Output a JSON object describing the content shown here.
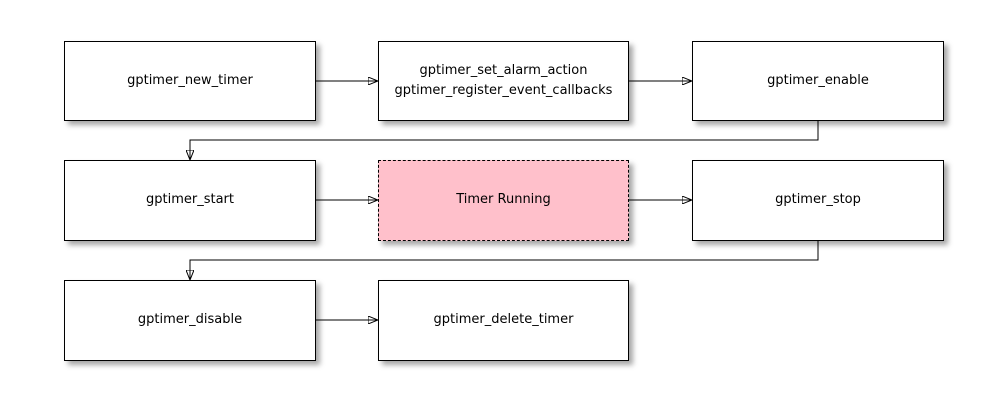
{
  "diagram": {
    "nodes": {
      "new_timer": {
        "label": "gptimer_new_timer"
      },
      "set_alarm": {
        "lines": [
          "gptimer_set_alarm_action",
          "gptimer_register_event_callbacks"
        ]
      },
      "enable": {
        "label": "gptimer_enable"
      },
      "start": {
        "label": "gptimer_start"
      },
      "timer_running": {
        "label": "Timer Running"
      },
      "stop": {
        "label": "gptimer_stop"
      },
      "disable": {
        "label": "gptimer_disable"
      },
      "delete_timer": {
        "label": "gptimer_delete_timer"
      }
    },
    "edges": [
      {
        "from": "new_timer",
        "to": "set_alarm"
      },
      {
        "from": "set_alarm",
        "to": "enable"
      },
      {
        "from": "enable",
        "to": "start"
      },
      {
        "from": "start",
        "to": "timer_running"
      },
      {
        "from": "timer_running",
        "to": "stop"
      },
      {
        "from": "stop",
        "to": "disable"
      },
      {
        "from": "disable",
        "to": "delete_timer"
      }
    ],
    "colors": {
      "node_fill": "#ffffff",
      "node_border": "#000000",
      "highlight_fill": "#ffc0cb",
      "connector": "#000000",
      "text": "#000000"
    }
  }
}
